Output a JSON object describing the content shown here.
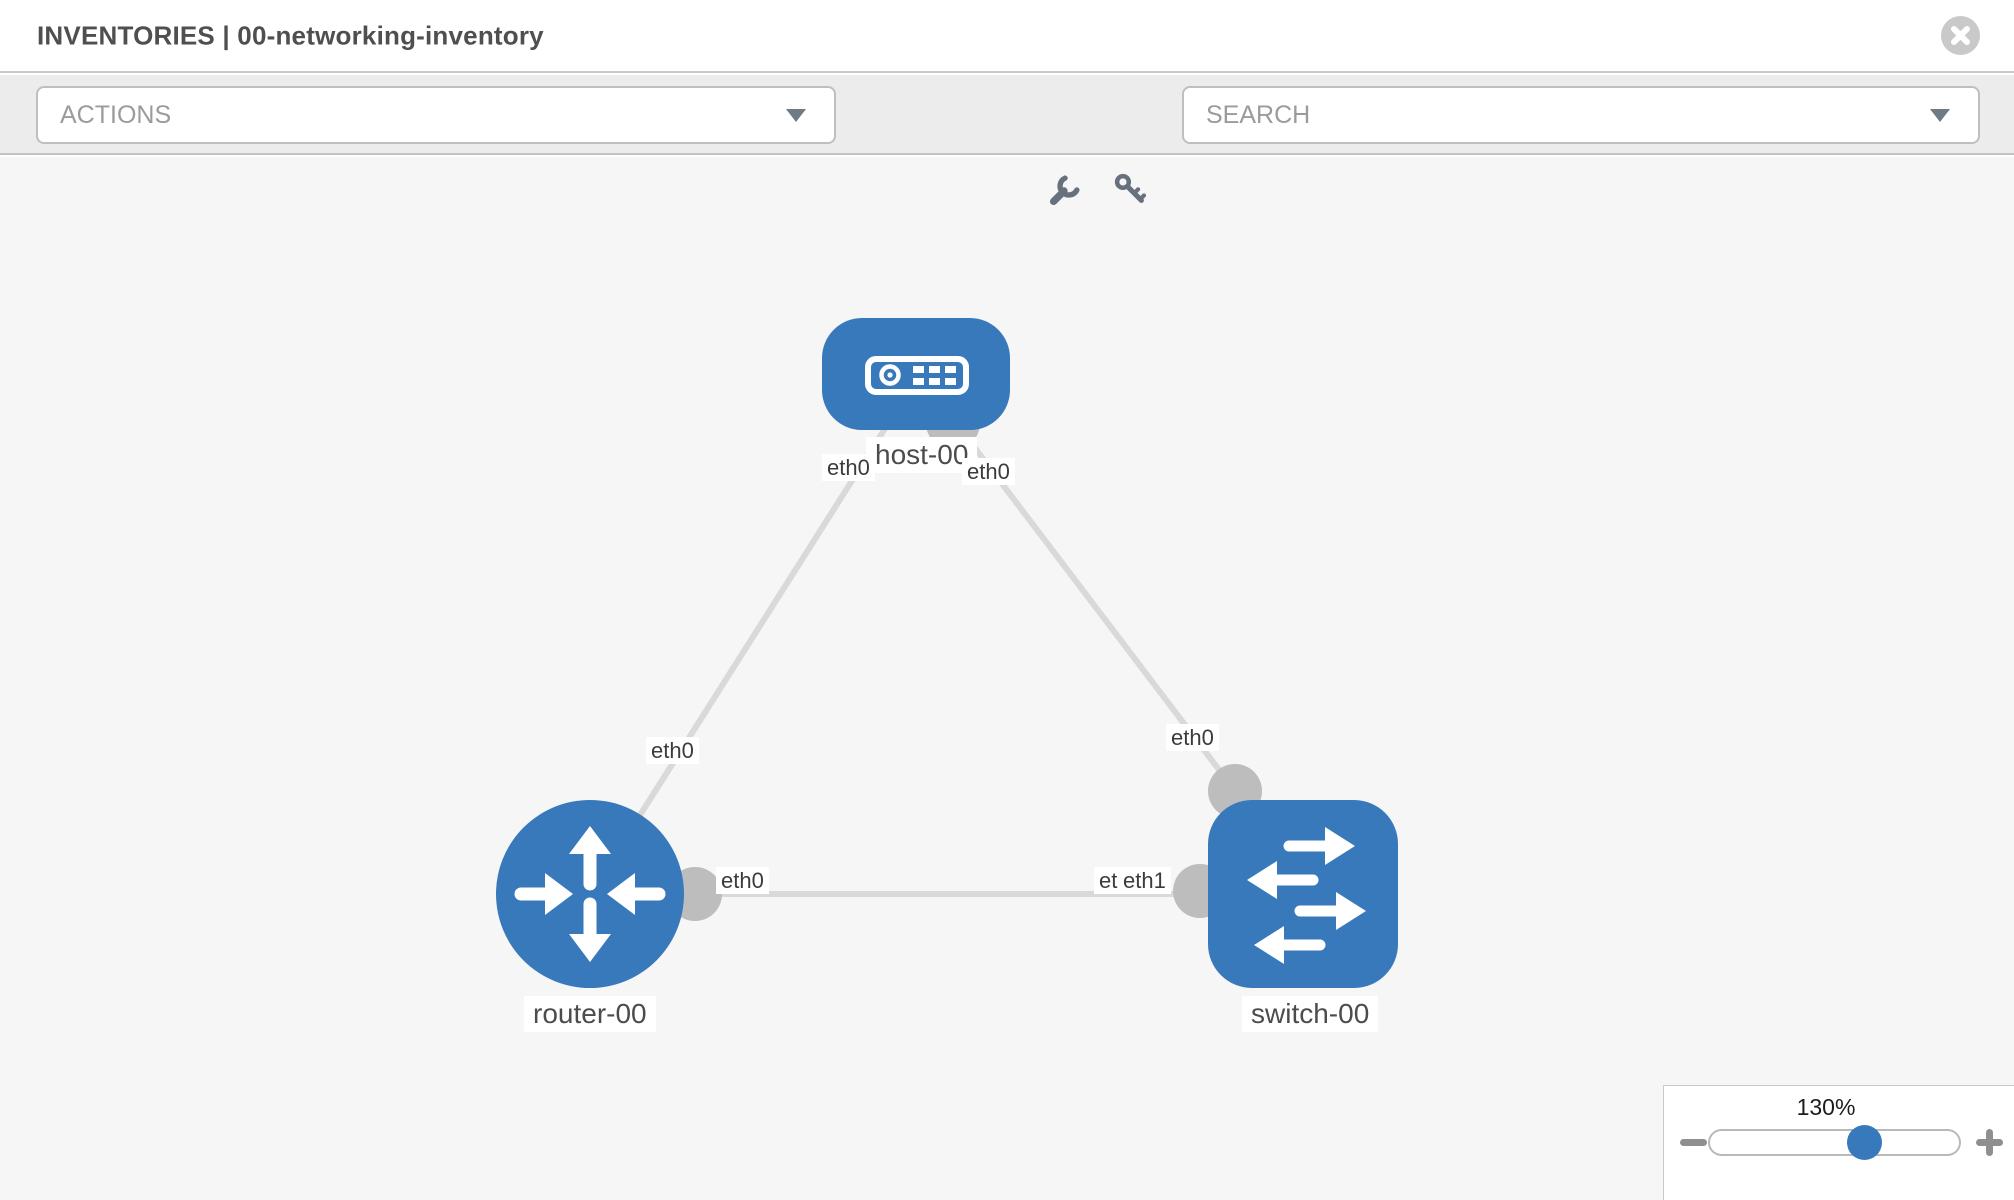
{
  "header": {
    "title": "INVENTORIES | 00-networking-inventory"
  },
  "toolbar": {
    "actions_label": "ACTIONS",
    "search_placeholder": "SEARCH"
  },
  "icons": {
    "close": "circle-x",
    "wrench": "wrench",
    "key": "key",
    "actions_caret": "chevron-down",
    "search_caret": "chevron-down",
    "zoom_minus": "minus",
    "zoom_plus": "plus"
  },
  "diagram": {
    "nodes": [
      {
        "id": "host-00",
        "type": "host",
        "label": "host-00"
      },
      {
        "id": "router-00",
        "type": "router",
        "label": "router-00"
      },
      {
        "id": "switch-00",
        "type": "switch",
        "label": "switch-00"
      }
    ],
    "links": [
      {
        "from": "host-00",
        "to": "router-00",
        "from_interface": "eth0",
        "to_interface": "eth0"
      },
      {
        "from": "host-00",
        "to": "switch-00",
        "from_interface": "eth0",
        "to_interface": "eth0"
      },
      {
        "from": "router-00",
        "to": "switch-00",
        "from_interface": "eth0",
        "to_interface": "eth1"
      }
    ],
    "interface_labels": {
      "host_router_host_end": "eth0",
      "host_router_router_end": "eth0",
      "host_switch_host_end": "eth0",
      "host_switch_switch_end": "eth0",
      "router_switch_router_end": "eth0",
      "router_switch_switch_end_back": "eth0",
      "router_switch_switch_end": "eth1"
    },
    "colors": {
      "node_fill": "#3779bb",
      "connector": "#bdbdbd",
      "edge": "#d9d9d9",
      "icon": "#ffffff"
    }
  },
  "zoom": {
    "level": "130%"
  }
}
